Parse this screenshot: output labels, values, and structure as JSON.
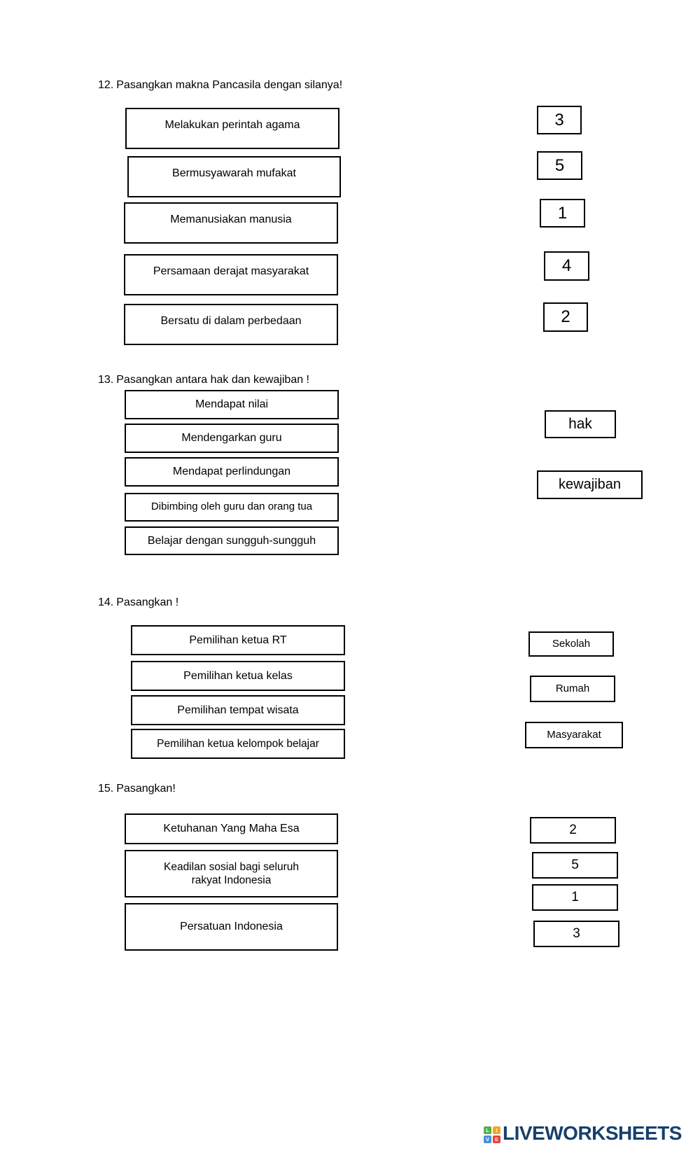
{
  "questions": [
    {
      "number": "12.",
      "title": "Pasangkan makna Pancasila dengan silanya!",
      "left_items": [
        "Melakukan perintah agama",
        "Bermusyawarah mufakat",
        "Memanusiakan manusia",
        "Persamaan derajat masyarakat",
        "Bersatu di dalam perbedaan"
      ],
      "right_items": [
        "3",
        "5",
        "1",
        "4",
        "2"
      ]
    },
    {
      "number": "13.",
      "title": "Pasangkan antara hak dan kewajiban !",
      "left_items": [
        "Mendapat nilai",
        "Mendengarkan guru",
        "Mendapat perlindungan",
        "Dibimbing oleh guru dan orang tua",
        "Belajar dengan sungguh-sungguh"
      ],
      "right_items": [
        "hak",
        "kewajiban"
      ]
    },
    {
      "number": "14.",
      "title": "Pasangkan !",
      "left_items": [
        "Pemilihan ketua RT",
        "Pemilihan ketua kelas",
        "Pemilihan tempat wisata",
        "Pemilihan ketua kelompok belajar"
      ],
      "right_items": [
        "Sekolah",
        "Rumah",
        "Masyarakat"
      ]
    },
    {
      "number": "15.",
      "title": "Pasangkan!",
      "left_items": [
        "Ketuhanan Yang Maha Esa",
        "Keadilan sosial bagi seluruh rakyat Indonesia",
        "Persatuan Indonesia"
      ],
      "right_items": [
        "2",
        "5",
        "1",
        "3"
      ]
    }
  ],
  "footer": {
    "brand": "LIVEWORKSHEETS",
    "brand_color": "#16406d",
    "icon_letters": [
      "L",
      "I",
      "V",
      "E"
    ],
    "icon_colors": [
      "#54b04c",
      "#f5a623",
      "#4a90d9",
      "#ee4036"
    ]
  }
}
